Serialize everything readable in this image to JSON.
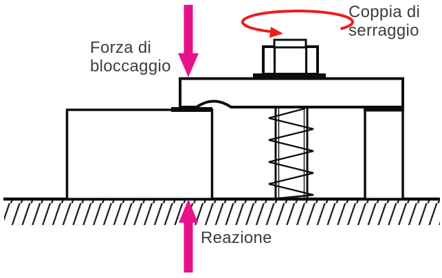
{
  "labels": {
    "clamp_force": {
      "line1": "Forza di",
      "line2": "bloccaggio"
    },
    "torque": {
      "line1": "Coppia di",
      "line2": "serraggio"
    },
    "reaction": {
      "text": "Reazione"
    }
  },
  "colors": {
    "force_arrow": "#e9118a",
    "torque_arrow": "#ed1c1c",
    "drawing_line": "#0d0d0d",
    "label_text": "#3d3d3d",
    "background": "#ffffff"
  }
}
